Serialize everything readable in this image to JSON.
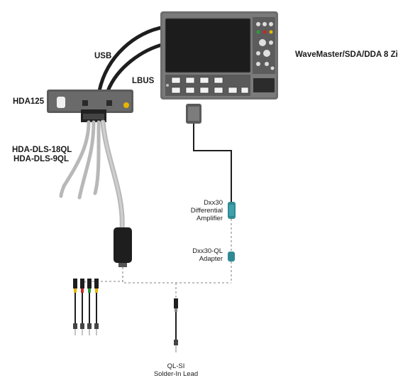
{
  "labels": {
    "usb": "USB",
    "lbus": "LBUS",
    "hda125": "HDA125",
    "scope": "WaveMaster/SDA/DDA 8 Zi",
    "dls_18ql": "HDA-DLS-18QL",
    "dls_9ql": "HDA-DLS-9QL",
    "dxx30_line1": "Dxx30",
    "dxx30_line2": "Differential",
    "dxx30_line3": "Amplifier",
    "adapter_line1": "Dxx30-QL",
    "adapter_line2": "Adapter",
    "qlsi_line1": "QL-SI",
    "qlsi_line2": "Solder-In Lead"
  },
  "colors": {
    "instrument_body": "#6e6e6e",
    "screen": "#1c1c1c",
    "cable_dark": "#1e1e1e",
    "cable_grey": "#b8b8b8",
    "amplifier_teal": "#2f8a94",
    "dashed_line": "#9a9a9a",
    "accent_yellow": "#e8b400",
    "accent_red": "#c62828",
    "accent_green": "#2e9d3c"
  }
}
